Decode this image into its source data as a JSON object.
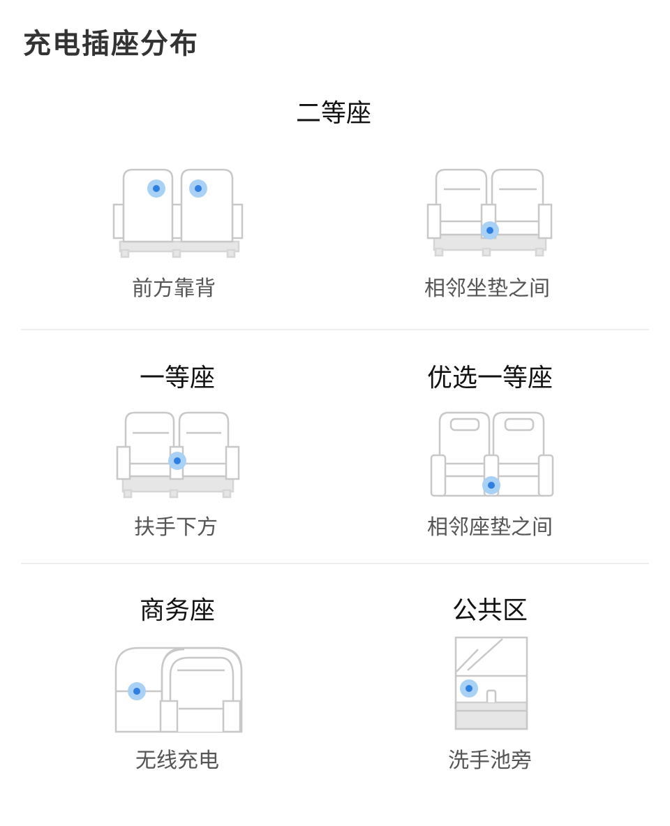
{
  "page_title": "充电插座分布",
  "colors": {
    "outline": "#c8c8c8",
    "base_fill": "#e6e6e6",
    "socket_dot": "#2f7fe0",
    "socket_halo": "#a9d0f5",
    "divider": "#eeeeee"
  },
  "sections": [
    {
      "title": "二等座",
      "items": [
        {
          "illustration": "two-seats-front-backrest",
          "caption": "前方靠背"
        },
        {
          "illustration": "two-seats-between-cushions",
          "caption": "相邻坐垫之间"
        }
      ]
    },
    {
      "items": [
        {
          "title": "一等座",
          "illustration": "two-seats-under-armrest",
          "caption": "扶手下方"
        },
        {
          "title": "优选一等座",
          "illustration": "premium-seats-between-cushions",
          "caption": "相邻座垫之间"
        }
      ]
    },
    {
      "items": [
        {
          "title": "商务座",
          "illustration": "business-seat-wireless",
          "caption": "无线充电"
        },
        {
          "title": "公共区",
          "illustration": "washbasin-area",
          "caption": "洗手池旁"
        }
      ]
    }
  ]
}
